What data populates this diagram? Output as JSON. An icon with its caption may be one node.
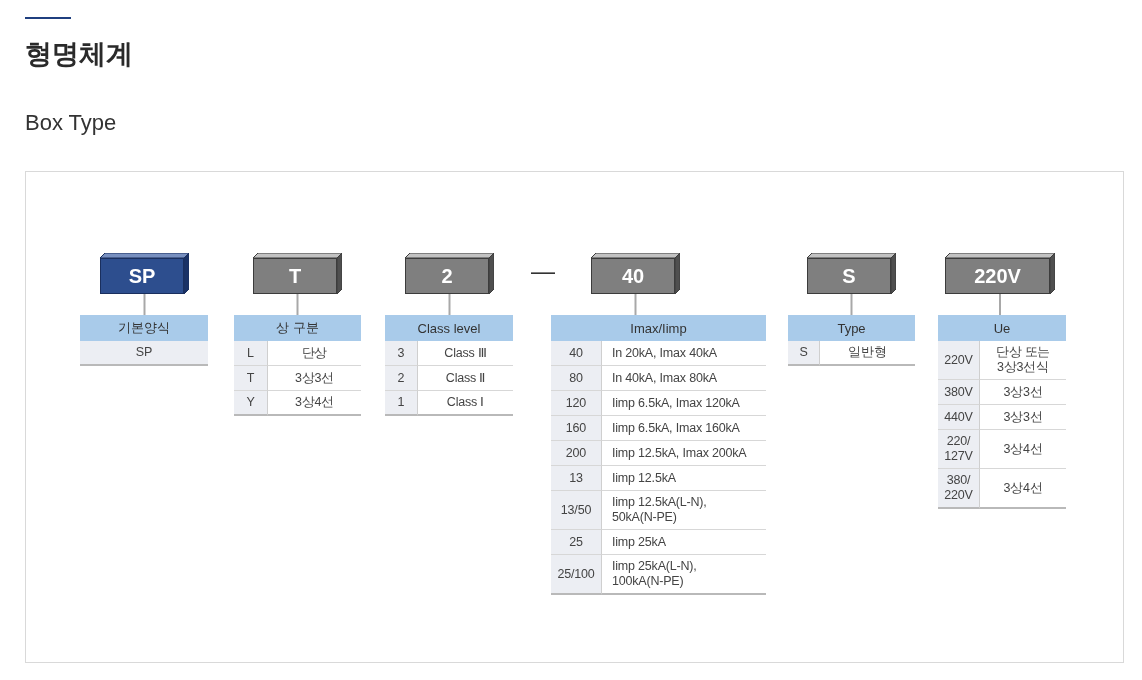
{
  "diagram": {
    "title": "형명체계",
    "nodes": [
      {
        "text": [
          "SP"
        ]
      },
      {
        "text": [
          "T"
        ]
      },
      {
        "text": [
          "2"
        ]
      },
      {
        "text": [
          "40"
        ]
      },
      {
        "text": [
          "S"
        ]
      },
      {
        "text": [
          "220V"
        ]
      },
      {
        "text": [
          "기본양식"
        ]
      },
      {
        "text": [
          "상 구분"
        ]
      },
      {
        "text": [
          "Class level"
        ]
      },
      {
        "text": [
          "Imax/Iimp"
        ]
      },
      {
        "text": [
          "Type"
        ]
      },
      {
        "text": [
          "Ue"
        ]
      }
    ],
    "edges": [
      {
        "from": 0,
        "to": 6,
        "arrow": "none"
      },
      {
        "from": 1,
        "to": 7,
        "arrow": "none"
      },
      {
        "from": 2,
        "to": 8,
        "arrow": "none"
      },
      {
        "from": 3,
        "to": 9,
        "arrow": "none"
      },
      {
        "from": 4,
        "to": 10,
        "arrow": "none"
      },
      {
        "from": 5,
        "to": 11,
        "arrow": "none"
      }
    ],
    "labels": [
      "Box Type",
      "—",
      "SP",
      "L",
      "단상",
      "T",
      "3상3선",
      "Y",
      "3상4선",
      "3",
      "Class Ⅲ",
      "2",
      "Class Ⅱ",
      "1",
      "Class Ⅰ",
      "40",
      "In 20kA, Imax 40kA",
      "80",
      "In 40kA, Imax 80kA",
      "120",
      "Iimp 6.5kA, Imax 120kA",
      "160",
      "Iimp 6.5kA, Imax 160kA",
      "200",
      "Iimp 12.5kA, Imax 200kA",
      "13",
      "Iimp 12.5kA",
      "13/50",
      "Iimp 12.5kA(L-N), 50kA(N-PE)",
      "25",
      "Iimp 25kA",
      "25/100",
      "Iimp 25kA(L-N), 100kA(N-PE)",
      "S",
      "일반형",
      "220V",
      "단상 또는 3상3선식",
      "380V",
      "3상3선",
      "440V",
      "3상3선",
      "220/ 127V",
      "3상4선",
      "380/ 220V",
      "3상4선"
    ]
  }
}
